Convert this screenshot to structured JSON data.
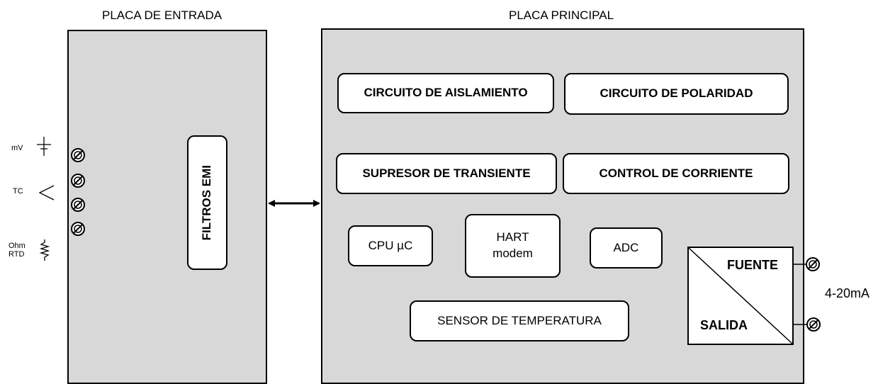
{
  "input_board": {
    "title": "PLACA DE ENTRADA",
    "filter_label": "FILTROS EMI"
  },
  "main_board": {
    "title": "PLACA PRINCIPAL",
    "blocks": {
      "isolation": "CIRCUITO DE AISLAMIENTO",
      "polarity": "CIRCUITO DE POLARIDAD",
      "transient": "SUPRESOR DE TRANSIENTE",
      "current_control": "CONTROL DE CORRIENTE",
      "cpu": "CPU µC",
      "hart_line1": "HART",
      "hart_line2": "modem",
      "adc": "ADC",
      "temp_sensor": "SENSOR DE TEMPERATURA"
    },
    "power_block": {
      "top_label": "FUENTE",
      "bottom_label": "SALIDA"
    }
  },
  "inputs": {
    "mv": "mV",
    "tc": "TC",
    "ohm": "Ohm",
    "rtd": "RTD"
  },
  "output_label": "4-20mA"
}
